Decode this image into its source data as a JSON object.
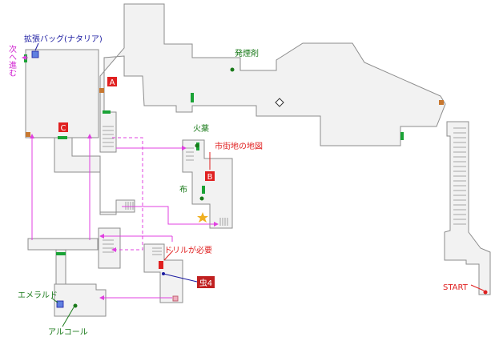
{
  "map": {
    "labels": {
      "bag": "拡張バッグ(ナタリア)",
      "next": "次へ進む",
      "hatsuenzai": "発煙剤",
      "kayaku": "火薬",
      "city_map": "市街地の地図",
      "nuno": "布",
      "drill": "ドリルが必要",
      "mushi": "虫4",
      "emerald": "エメラルド",
      "alcohol": "アルコール",
      "start": "START"
    },
    "markers": {
      "a": "A",
      "b": "B",
      "c": "C"
    },
    "colors": {
      "room_fill": "#f2f2f2",
      "room_stroke": "#8c8c8c",
      "door_green": "#1aa336",
      "item_green": "#1a7a1a",
      "label_red": "#e02020",
      "label_magenta": "#d020d0",
      "label_navy": "#1a1aa0",
      "door_orange": "#c87830",
      "arrow_magenta": "#e040e0"
    }
  }
}
